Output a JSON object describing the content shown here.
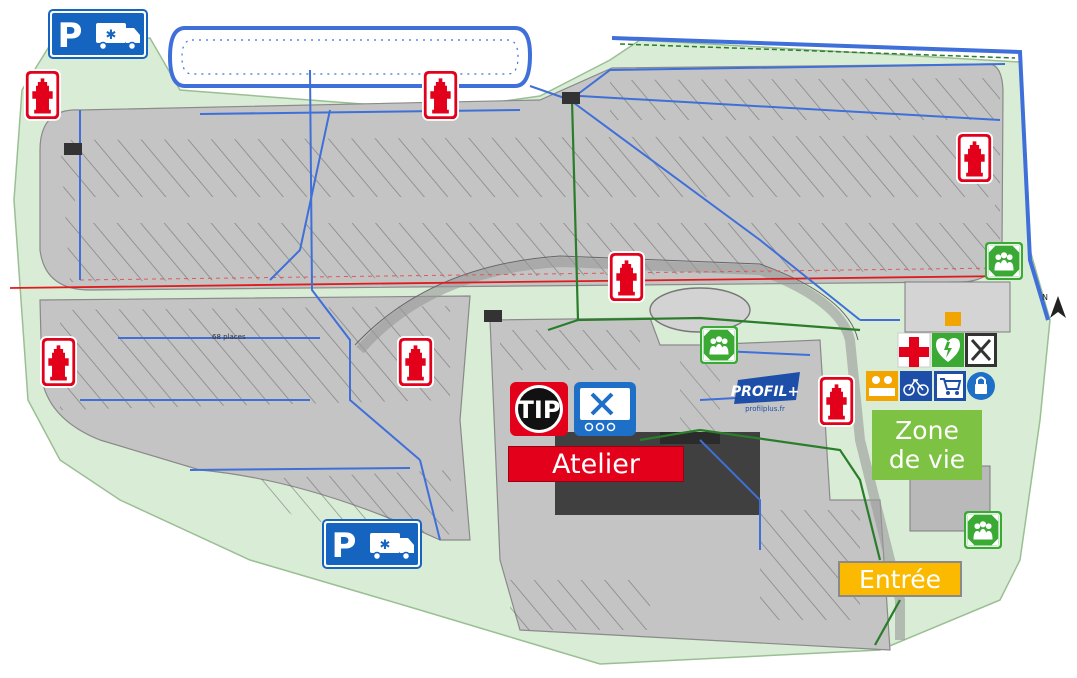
{
  "map": {
    "colors": {
      "grass": "#d9ecd5",
      "asphalt": "#c4c4c4",
      "road_border": "#7b7b7b",
      "building_dark": "#404040",
      "building_light": "#b9b9b9",
      "blue_network": "#3f6fd8",
      "green_network": "#2a7d2a",
      "red_line": "#e01b1b",
      "hydrant_red": "#e3001b",
      "parking_blue": "#1565c0",
      "evac_green": "#3aaa35"
    },
    "labels": {
      "atelier": "Atelier",
      "zone_line1": "Zone",
      "zone_line2": "de vie",
      "entree": "Entrée",
      "tip_logo": "TIP",
      "profil_logo": "PROFIL+",
      "profil_url": "profilplus.fr",
      "parking_letter": "P",
      "places": "68 places"
    },
    "icons": [
      "parking-refrigerated-truck-icon",
      "fire-hydrant-icon",
      "evacuation-assembly-point-icon",
      "workshop-tools-icon",
      "first-aid-cross-icon",
      "defibrillator-icon",
      "restaurant-icon",
      "reception-desk-icon",
      "bicycle-icon",
      "shopping-cart-icon",
      "lock-icon"
    ]
  }
}
